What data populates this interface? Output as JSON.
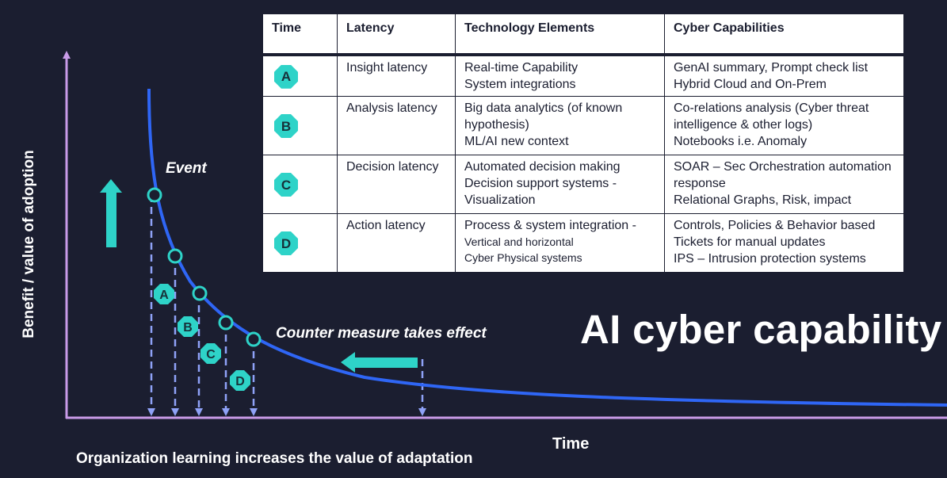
{
  "axis": {
    "y_label": "Benefit / value of adoption",
    "x_label": "Time"
  },
  "footer": "Organization learning increases the value of adaptation",
  "annotations": {
    "event": "Event",
    "counter_measure": "Counter  measure takes effect"
  },
  "big_title": "AI cyber capability",
  "colors": {
    "background": "#1b1e30",
    "curve": "#2f66f5",
    "accent": "#2ed3c8",
    "axis": "#c99be8",
    "guide": "#8fa2f7"
  },
  "curve_markers": [
    "A",
    "B",
    "C",
    "D"
  ],
  "table": {
    "headers": [
      "Time",
      "Latency",
      "Technology Elements",
      "Cyber Capabilities"
    ],
    "rows": [
      {
        "time": "A",
        "latency": "Insight latency",
        "tech": [
          "Real-time Capability",
          "System integrations"
        ],
        "cyber": [
          "GenAI summary, Prompt check list",
          "Hybrid Cloud and On-Prem"
        ]
      },
      {
        "time": "B",
        "latency": "Analysis latency",
        "tech": [
          "Big data analytics (of known hypothesis)",
          "ML/AI new context"
        ],
        "cyber": [
          "Co-relations analysis (Cyber threat intelligence & other logs)",
          "Notebooks i.e. Anomaly"
        ]
      },
      {
        "time": "C",
        "latency": "Decision latency",
        "tech": [
          "Automated decision making",
          "Decision support systems - Visualization"
        ],
        "cyber": [
          "SOAR – Sec Orchestration automation response",
          "Relational Graphs, Risk, impact"
        ]
      },
      {
        "time": "D",
        "latency": "Action latency",
        "tech": [
          "Process & system integration -",
          "Vertical and horizontal",
          "Cyber Physical systems"
        ],
        "cyber": [
          "Controls, Policies & Behavior based",
          "Tickets for manual updates",
          "IPS – Intrusion protection systems"
        ]
      }
    ]
  }
}
